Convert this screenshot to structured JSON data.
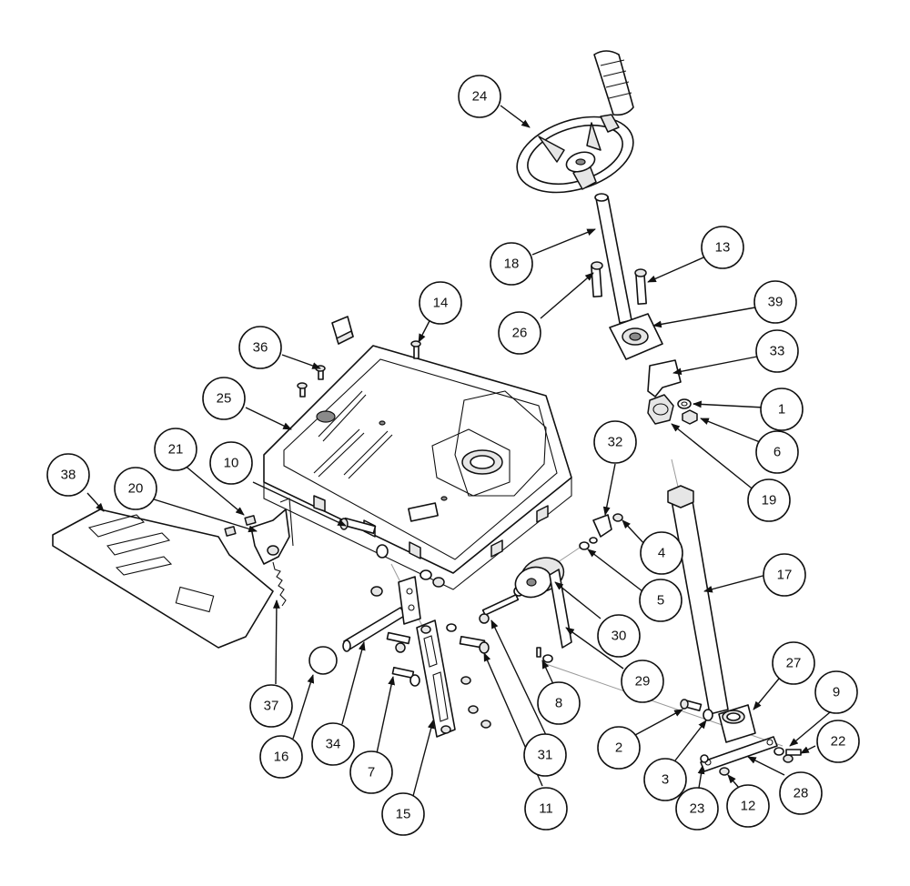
{
  "diagram": {
    "type": "exploded-parts-view",
    "callouts": [
      "24",
      "18",
      "13",
      "26",
      "39",
      "14",
      "36",
      "33",
      "1",
      "6",
      "19",
      "25",
      "32",
      "4",
      "5",
      "21",
      "38",
      "20",
      "10",
      "17",
      "30",
      "29",
      "37",
      "16",
      "34",
      "7",
      "15",
      "11",
      "31",
      "8",
      "27",
      "9",
      "22",
      "2",
      "3",
      "28",
      "23",
      "12"
    ]
  }
}
